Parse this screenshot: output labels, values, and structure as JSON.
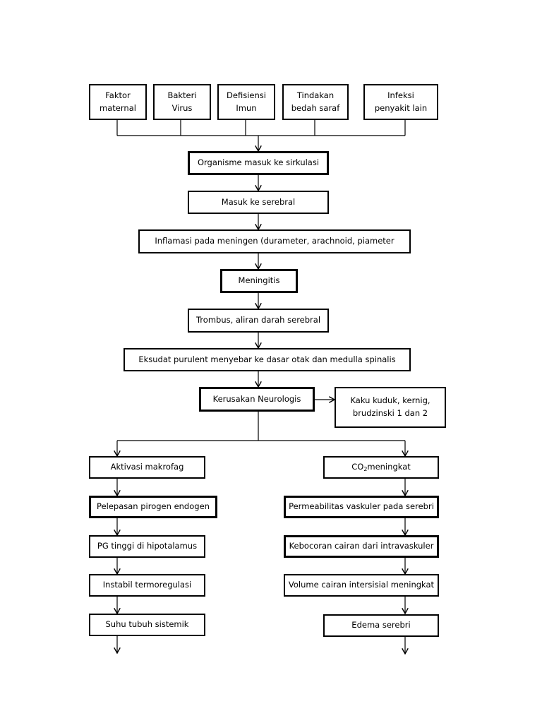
{
  "causes": [
    {
      "line1": "Faktor",
      "line2": "maternal"
    },
    {
      "line1": "Bakteri",
      "line2": "Virus"
    },
    {
      "line1": "Defisiensi",
      "line2": "Imun"
    },
    {
      "line1": "Tindakan",
      "line2": "bedah saraf"
    },
    {
      "line1": "Infeksi",
      "line2": "penyakit lain"
    }
  ],
  "main": {
    "organisme": "Organisme masuk ke sirkulasi",
    "serebral": "Masuk ke serebral",
    "inflamasi": "Inflamasi pada meningen (durameter, arachnoid, piameter",
    "meningitis": "Meningitis",
    "trombus": "Trombus, aliran darah serebral",
    "eksudat": "Eksudat purulent menyebar ke dasar otak dan medulla spinalis",
    "kerusakan": "Kerusakan Neurologis",
    "kaku_line1": "Kaku kuduk, kernig,",
    "kaku_line2": "brudzinski 1 dan 2"
  },
  "left_branch": [
    "Aktivasi makrofag",
    "Pelepasan pirogen endogen",
    "PG tinggi di hipotalamus",
    "Instabil termoregulasi",
    "Suhu tubuh sistemik"
  ],
  "right_branch": {
    "co2_prefix": "CO",
    "co2_sub": "2",
    "co2_suffix": "meningkat",
    "items": [
      "Permeabilitas vaskuler pada serebri",
      "Kebocoran cairan dari intravaskuler",
      "Volume cairan intersisial meningkat",
      "Edema serebri"
    ]
  }
}
